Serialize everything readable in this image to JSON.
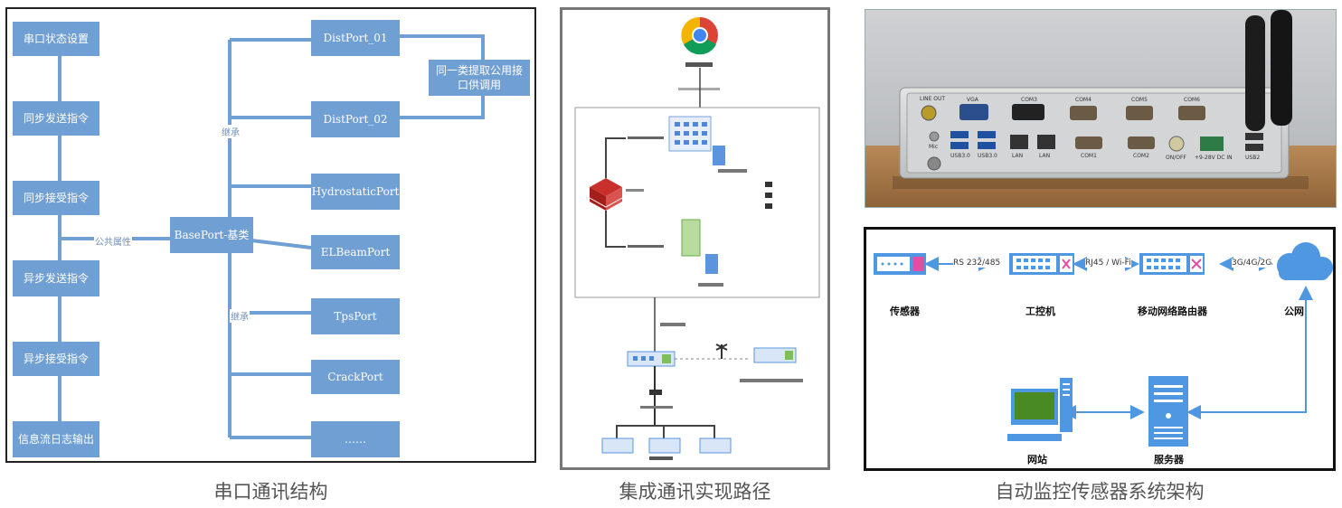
{
  "captions": {
    "left": "串口通讯结构",
    "middle": "集成通讯实现路径",
    "right": "自动监控传感器系统架构"
  },
  "serial_structure": {
    "left_boxes": [
      "串口状态设置",
      "同步发送指令",
      "同步接受指令",
      "异步发送指令",
      "异步接受指令",
      "信息流日志输出"
    ],
    "base": "BasePort-基类",
    "ports": [
      "DistPort_01",
      "DistPort_02",
      "HydrostaticPort",
      "ELBeamPort",
      "TpsPort",
      "CrackPort",
      "……"
    ],
    "shared": "同一类提取公用接口供调用",
    "labels": {
      "public_attr": "公共属性",
      "inherit_top": "继承",
      "inherit_mid": "继承"
    }
  },
  "architecture": {
    "nodes": {
      "sensor": "传感器",
      "ipc": "工控机",
      "router": "移动网络路由器",
      "internet": "公网",
      "website": "网站",
      "server": "服务器"
    },
    "links": {
      "rs": "RS 232/485",
      "rj": "RJ45 / Wi-Fi",
      "cell": "3G/4G/2G"
    }
  },
  "device_ports": {
    "line_out": "LINE OUT",
    "vga": "VGA",
    "com3": "COM3",
    "com4": "COM4",
    "com5": "COM5",
    "com6": "COM6",
    "mic": "Mic",
    "usb30a": "USB3.0",
    "usb30b": "USB3.0",
    "lan1": "LAN",
    "lan2": "LAN",
    "com1": "COM1",
    "com2": "COM2",
    "onoff": "ON/OFF",
    "dc": "+9-28V DC IN",
    "usb2": "USB2"
  }
}
